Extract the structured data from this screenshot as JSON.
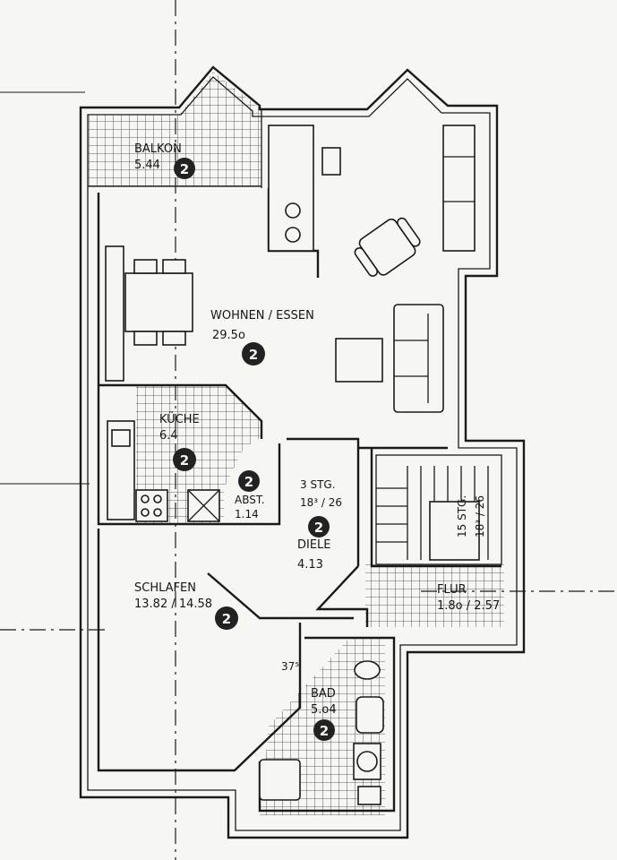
{
  "rooms": {
    "balkon": {
      "name": "BALKON",
      "area": "5.44"
    },
    "wohnen": {
      "name": "WOHNEN / ESSEN",
      "area": "29.5o"
    },
    "kueche": {
      "name": "KÜCHE",
      "area": "6.4"
    },
    "abst": {
      "name": "ABST.",
      "area": "1.14"
    },
    "diele": {
      "name": "DIELE",
      "area": "4.13",
      "stairs": "3 STG.",
      "stair_rise": "18³ / 26"
    },
    "schlafen": {
      "name": "SCHLAFEN",
      "area": "13.82 / 14.58"
    },
    "flur": {
      "name": "FLUR",
      "area": "1.8o / 2.57",
      "stairs": "15 STG.",
      "stair_rise": "18³ / 26"
    },
    "bad": {
      "name": "BAD",
      "area": "5.o4"
    },
    "misc": {
      "wall_dim": "37⁵"
    }
  },
  "marker_label": "2",
  "colors": {
    "ink": "#1a1a1a",
    "paper": "#f6f6f3",
    "marker": "#222222"
  }
}
